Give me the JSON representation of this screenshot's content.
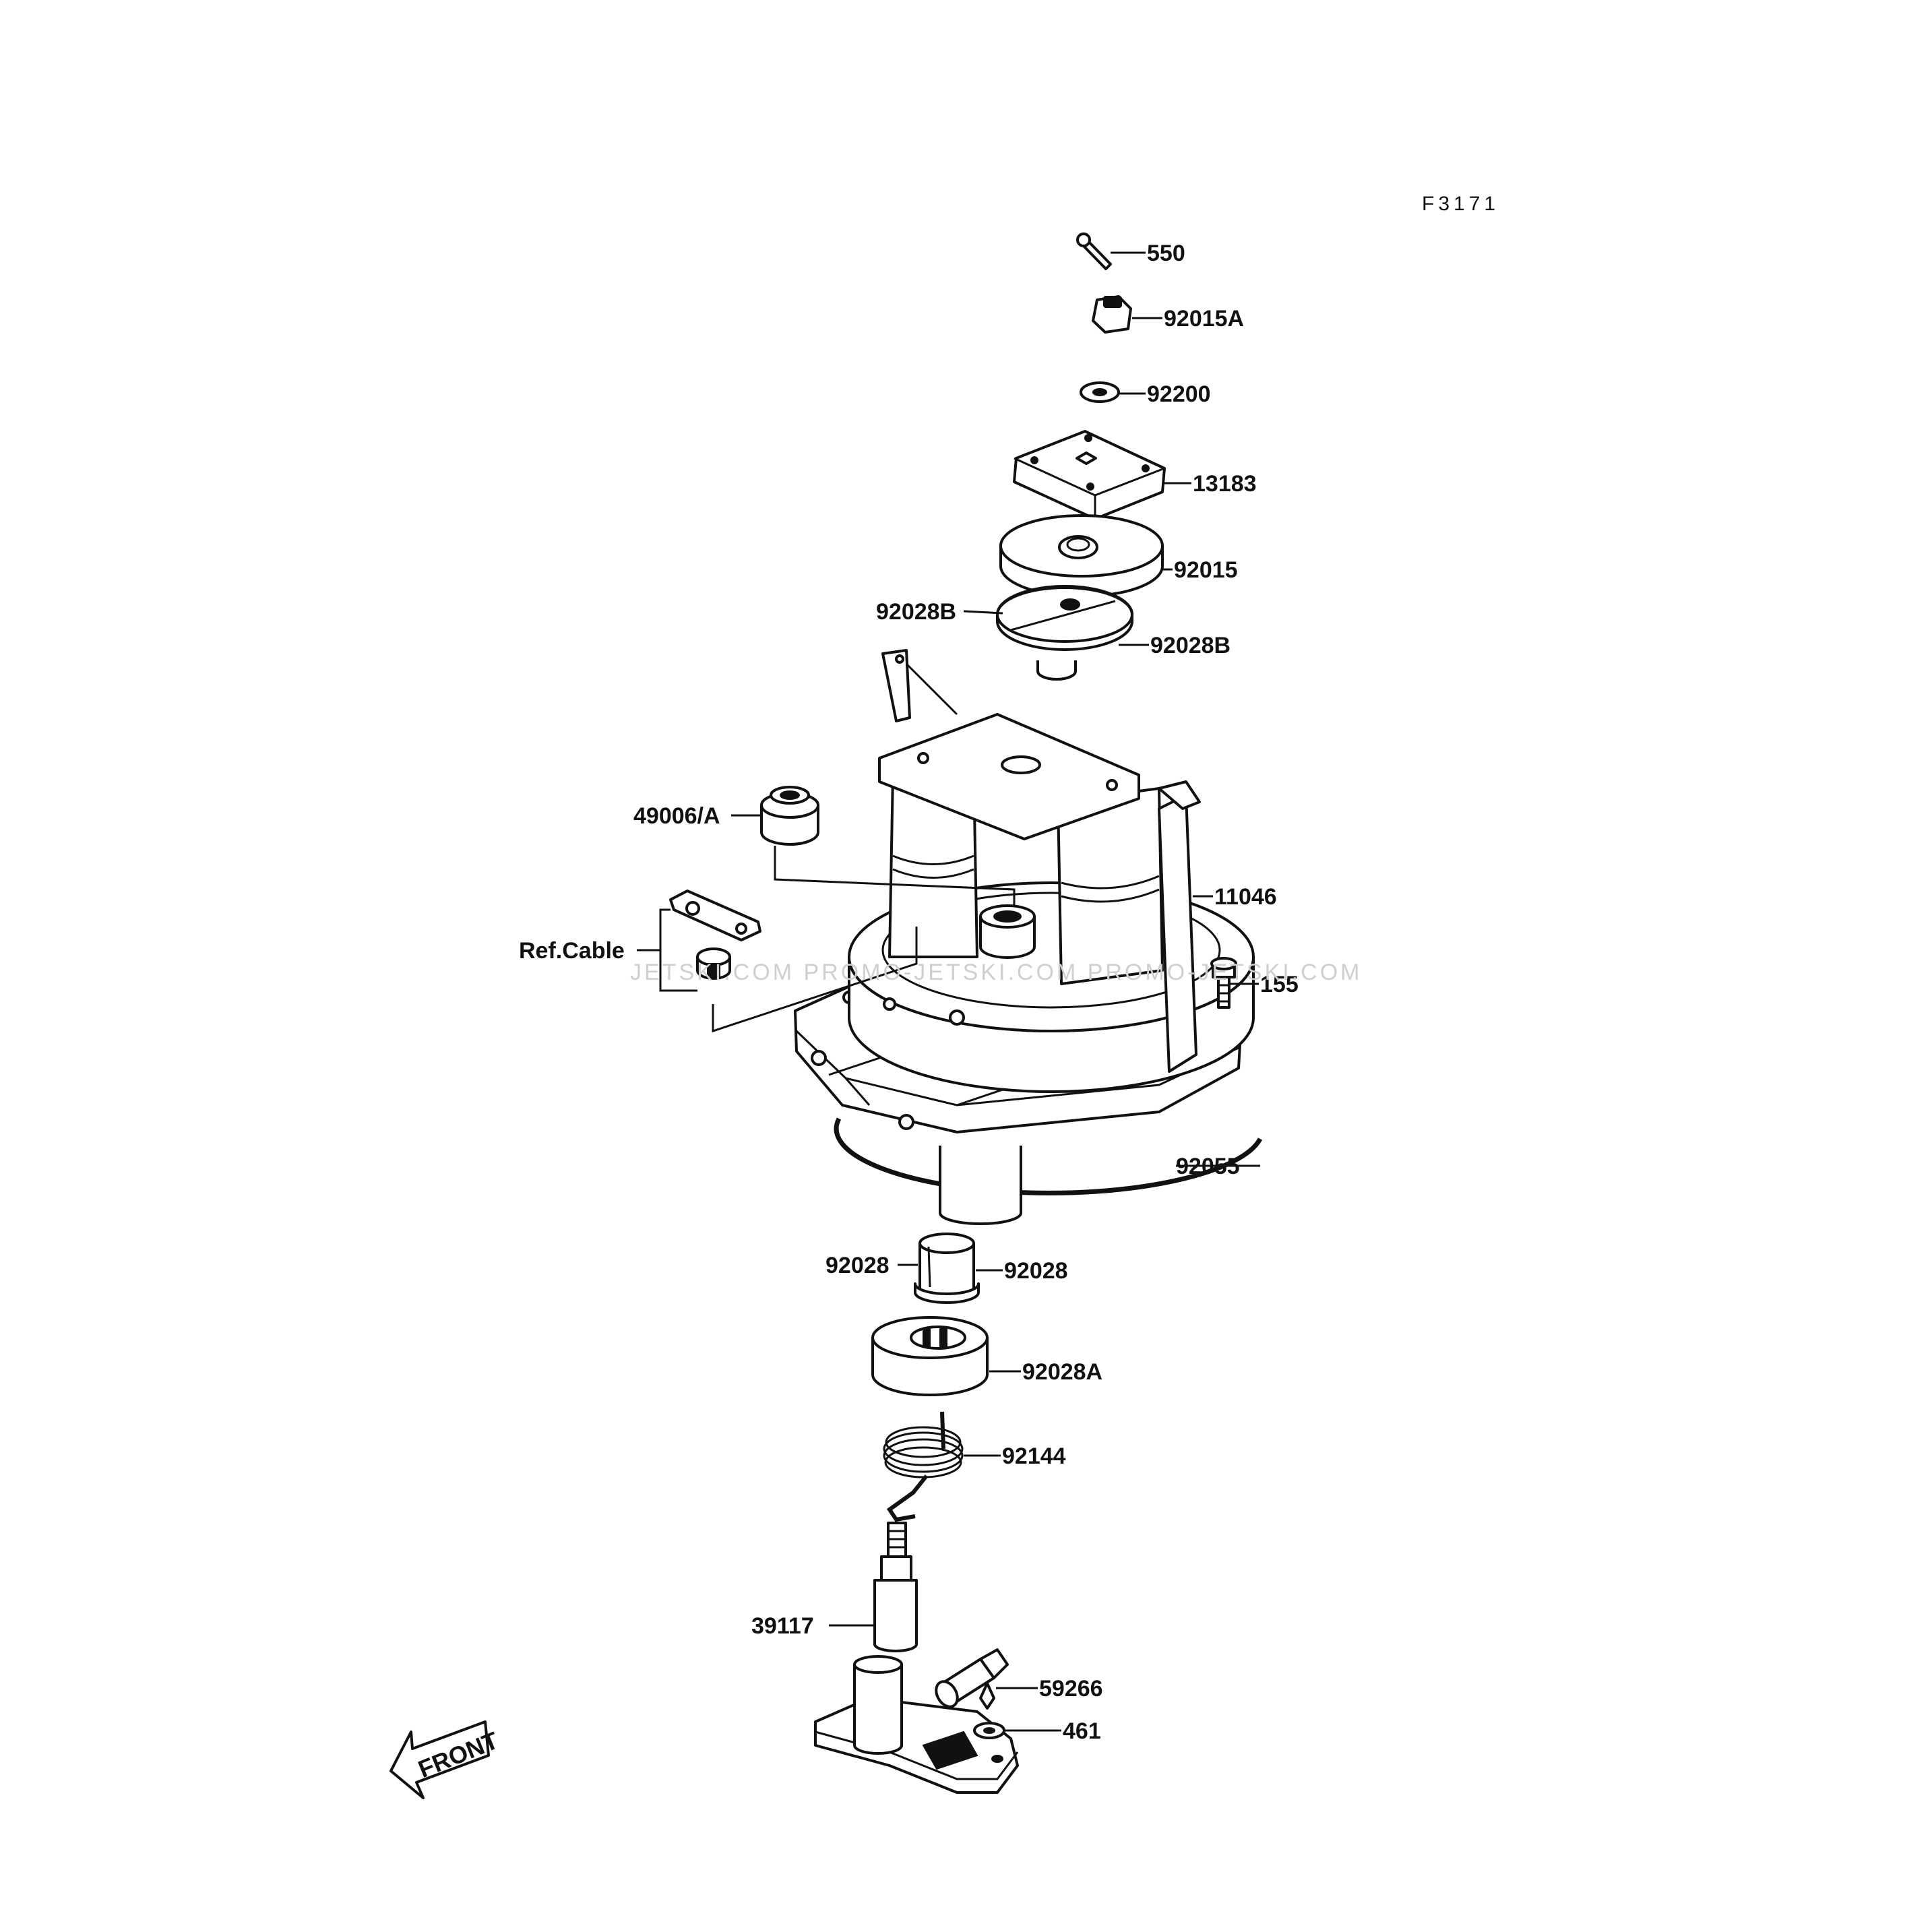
{
  "figure_code": "F3171",
  "watermark": "JETSKI.COM  PROMO-JETSKI.COM  PROMO-JETSKI.COM",
  "front_label": "FRONT",
  "parts": [
    {
      "id": "p550",
      "label": "550"
    },
    {
      "id": "p92015A",
      "label": "92015A"
    },
    {
      "id": "p92200",
      "label": "92200"
    },
    {
      "id": "p13183",
      "label": "13183"
    },
    {
      "id": "p92015",
      "label": "92015"
    },
    {
      "id": "p92028B_l",
      "label": "92028B"
    },
    {
      "id": "p92028B_r",
      "label": "92028B"
    },
    {
      "id": "p49006A",
      "label": "49006/A"
    },
    {
      "id": "p11046",
      "label": "11046"
    },
    {
      "id": "pRefCable",
      "label": "Ref.Cable"
    },
    {
      "id": "p155",
      "label": "155"
    },
    {
      "id": "p92055",
      "label": "92055"
    },
    {
      "id": "p92028_l",
      "label": "92028"
    },
    {
      "id": "p92028_r",
      "label": "92028"
    },
    {
      "id": "p92028A",
      "label": "92028A"
    },
    {
      "id": "p92144",
      "label": "92144"
    },
    {
      "id": "p39117",
      "label": "39117"
    },
    {
      "id": "p59266",
      "label": "59266"
    },
    {
      "id": "p461",
      "label": "461"
    }
  ]
}
